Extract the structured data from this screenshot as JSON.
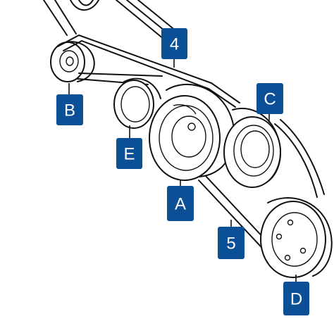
{
  "colors": {
    "callout_fill": "#0b4f96",
    "line": "#111111",
    "background": "#ffffff"
  },
  "callouts": {
    "label_4": "4",
    "label_b": "B",
    "label_c": "C",
    "label_e": "E",
    "label_a": "A",
    "label_5": "5",
    "label_d": "D"
  }
}
